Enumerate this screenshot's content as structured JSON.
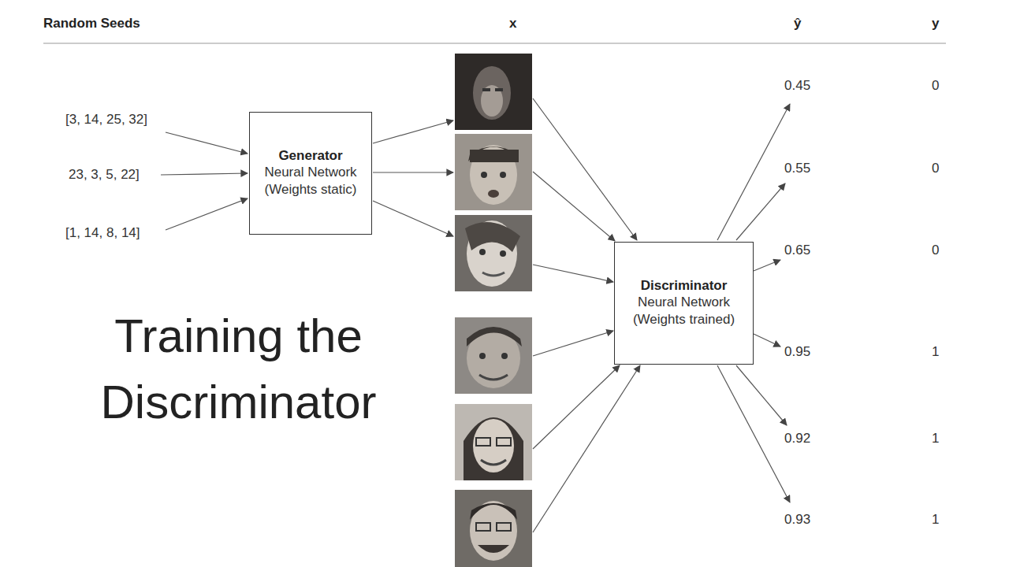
{
  "diagram": {
    "title": "Training the Discriminator",
    "nodes": [
      {
        "text": [
          "Generator",
          "Neural Network (Weights static)"
        ]
      },
      {
        "text": [
          "Discriminator",
          "Neural Network (Weights trained)"
        ]
      }
    ],
    "labels": [
      "Random Seeds",
      "x",
      "ŷ",
      "y",
      "[3, 14, 25, 32]",
      "23, 3, 5, 22]",
      "[1, 14, 8, 14]",
      "0.45",
      "0.55",
      "0.65",
      "0.95",
      "0.92",
      "0.93",
      "0",
      "0",
      "0",
      "1",
      "1",
      "1"
    ]
  }
}
